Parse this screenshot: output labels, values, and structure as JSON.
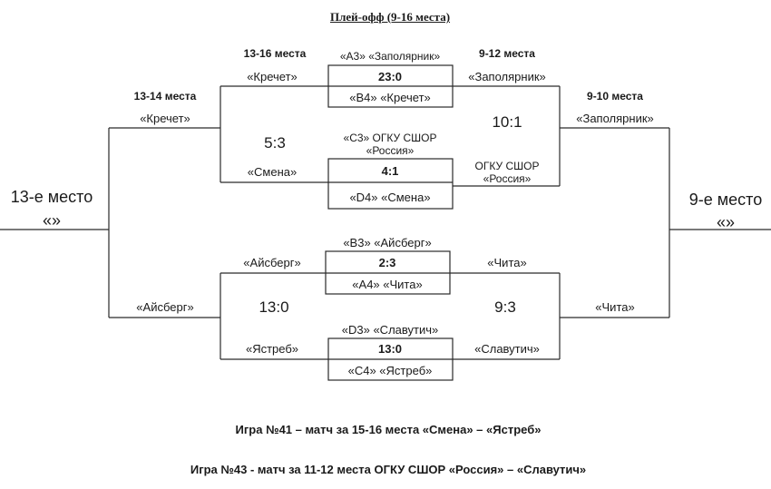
{
  "title": "Плей-офф (9-16 места)",
  "headers": {
    "r13_16": "13-16 места",
    "r9_12": "9-12 места",
    "r13_14": "13-14 места",
    "r9_10": "9-10 места"
  },
  "left_end": {
    "label": "13-е место",
    "value": "«»"
  },
  "right_end": {
    "label": "9-е место",
    "value": "«»"
  },
  "matches": [
    {
      "top": "«А3» «Заполярник»",
      "score": "23:0",
      "bottom": "«В4» «Кречет»"
    },
    {
      "top": "«С3» ОГКУ СШОР",
      "top2": "«Россия»",
      "score": "4:1",
      "bottom": "«D4» «Смена»"
    },
    {
      "top": "«В3» «Айсберг»",
      "score": "2:3",
      "bottom": "«А4» «Чита»"
    },
    {
      "top": "«D3» «Славутич»",
      "score": "13:0",
      "bottom": "«С4» «Ястреб»"
    }
  ],
  "left_col": {
    "m1": "«Кречет»",
    "m2": "«Смена»",
    "m3": "«Айсберг»",
    "m4": "«Ястреб»",
    "score_upper": "5:3",
    "score_lower": "13:0"
  },
  "right_col": {
    "m1": "«Заполярник»",
    "m2_line1": "ОГКУ СШОР",
    "m2_line2": "«Россия»",
    "m3": "«Чита»",
    "m4": "«Славутич»",
    "score_upper": "10:1",
    "score_lower": "9:3"
  },
  "left_outer": {
    "upper": "«Кречет»",
    "lower": "«Айсберг»"
  },
  "right_outer": {
    "upper": "«Заполярник»",
    "lower": "«Чита»"
  },
  "footer": {
    "game41": "Игра №41 – матч за 15-16 места «Смена» – «Ястреб»",
    "game43": "Игра №43 - матч за 11-12 места ОГКУ СШОР «Россия» – «Славутич»"
  }
}
